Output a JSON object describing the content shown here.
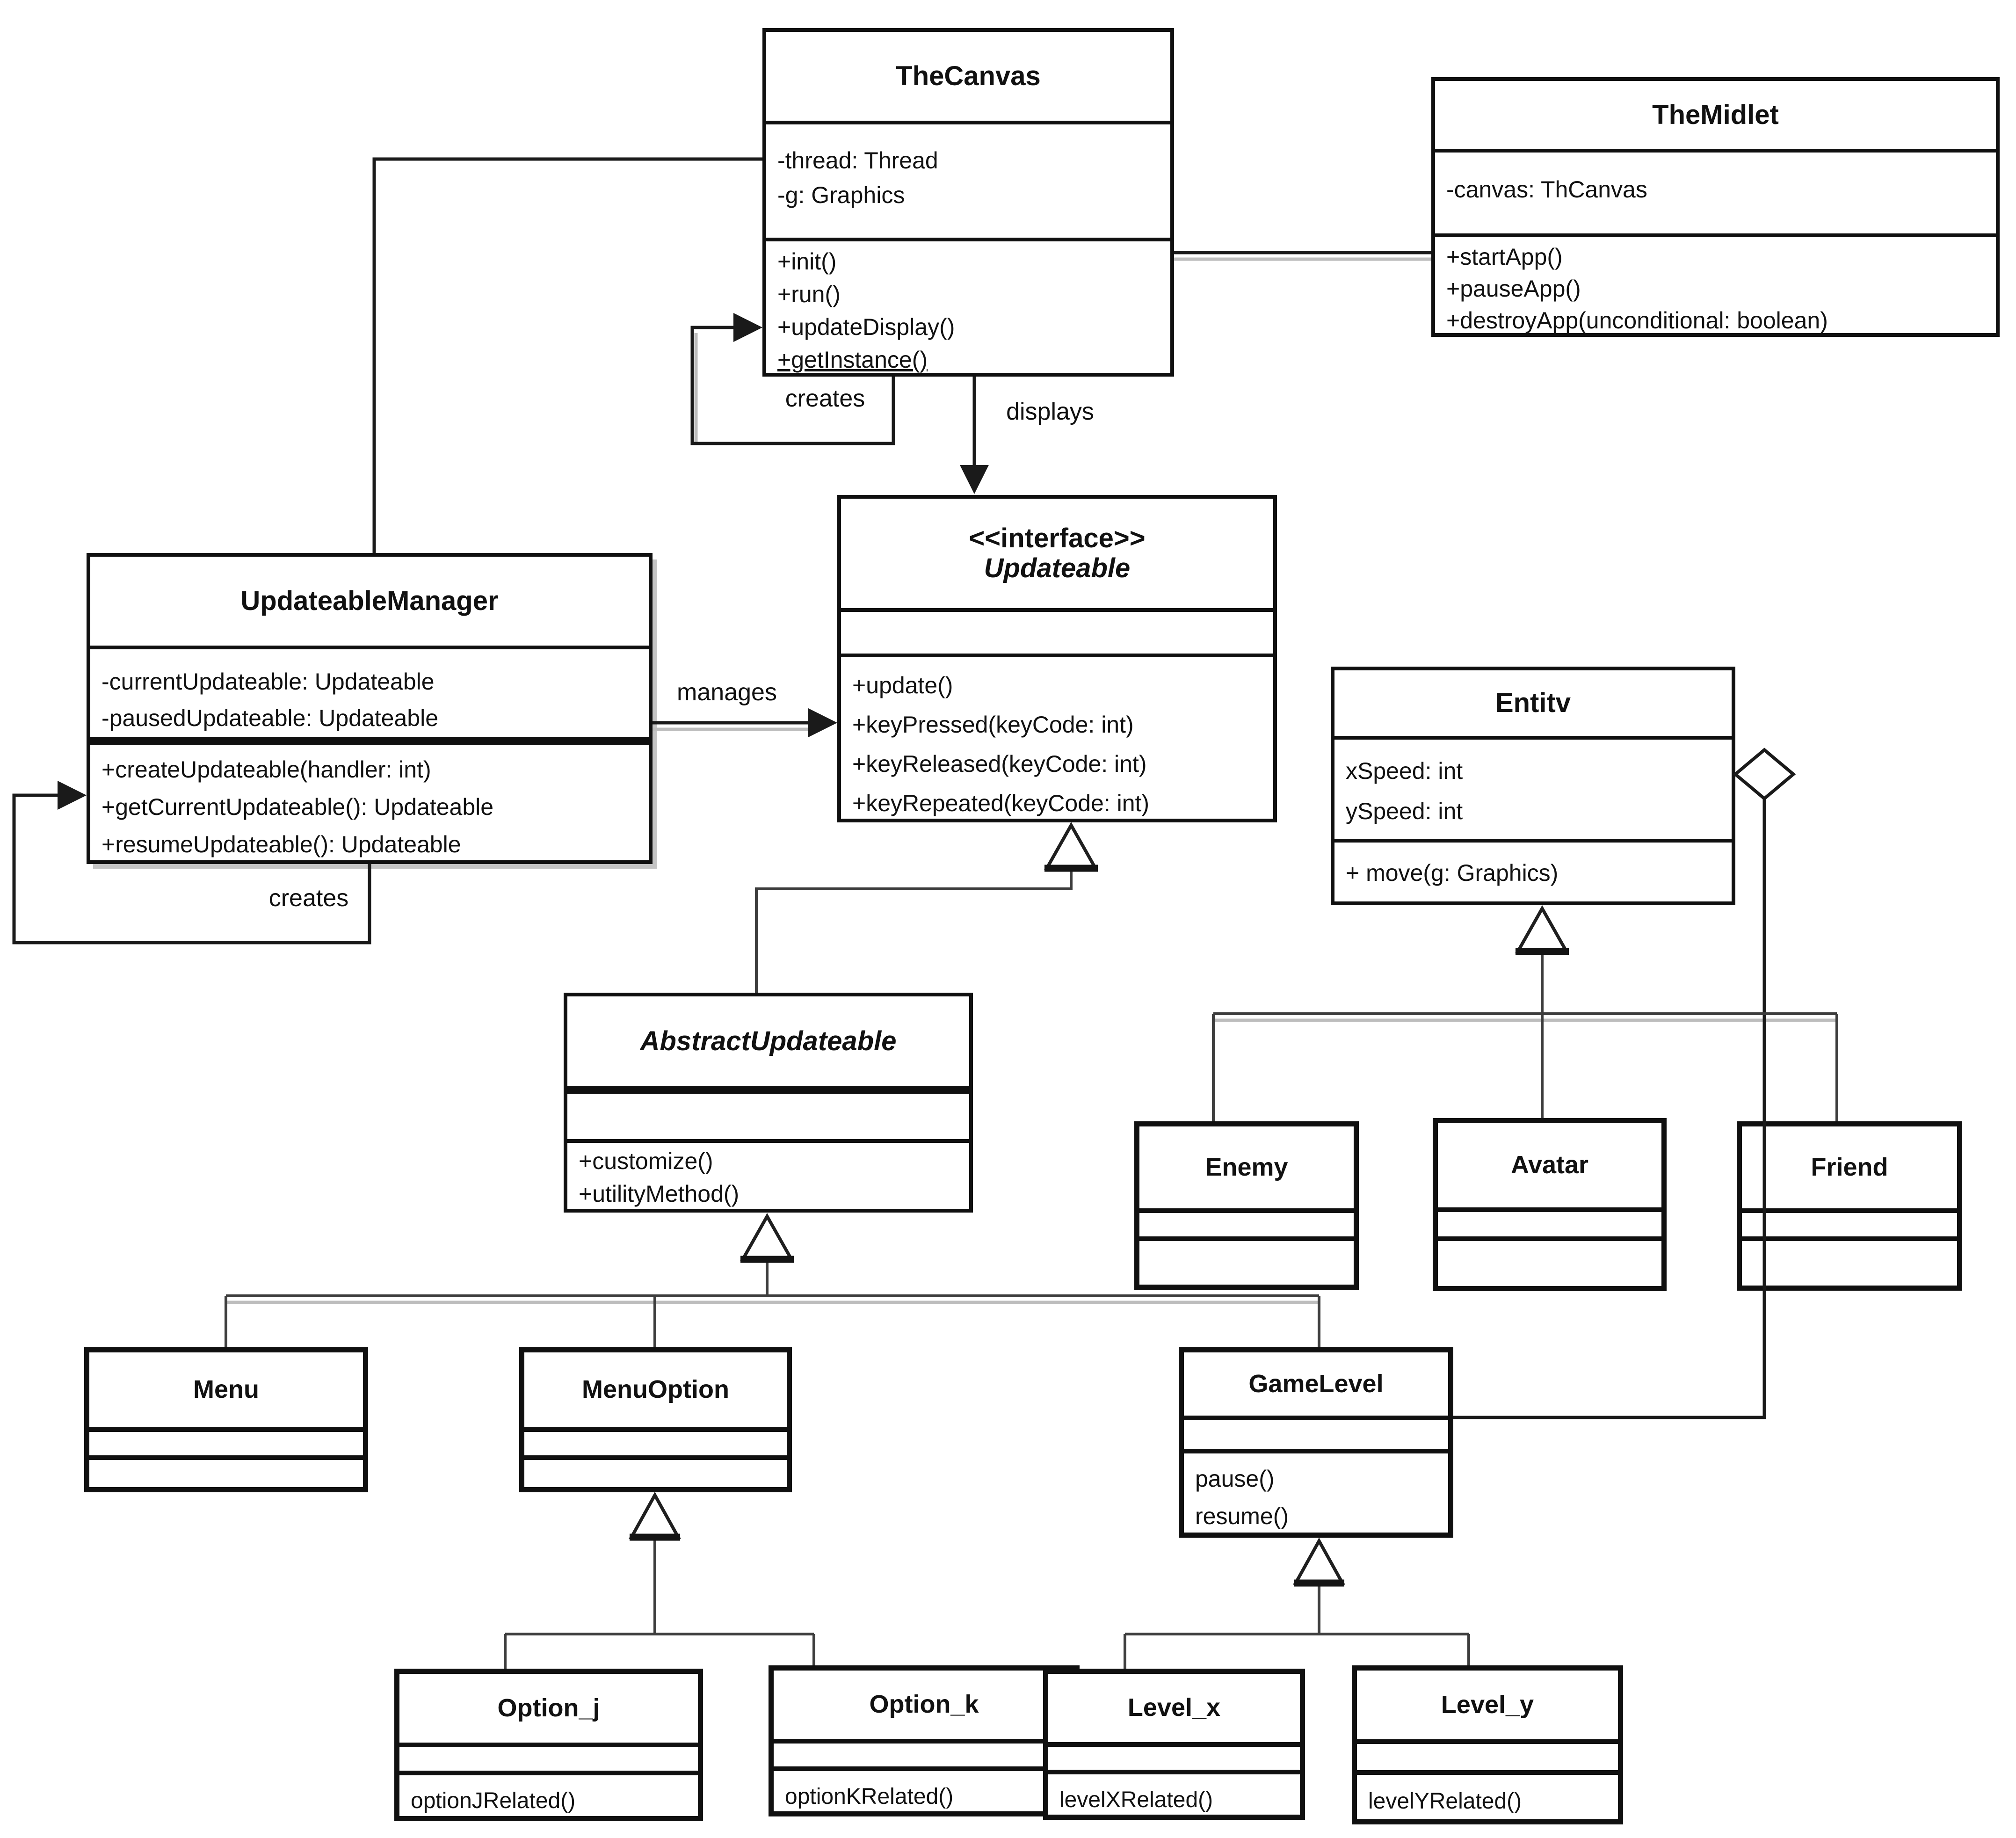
{
  "diagram": {
    "kind": "uml-class-diagram",
    "colors": {
      "line": "#1a1a1a",
      "background": "#ffffff",
      "shadow": "#bdbdbd",
      "box_fill": "#ffffff"
    },
    "classes": [
      {
        "id": "theCanvas",
        "name": "TheCanvas",
        "stereotype": "",
        "title_italic": false,
        "attributes": [
          "-thread: Thread",
          "-g: Graphics"
        ],
        "methods": [
          "+init()",
          "+run()",
          "+updateDisplay()",
          "+getInstance()"
        ],
        "underlined_method_index": 3
      },
      {
        "id": "theMidlet",
        "name": "TheMidlet",
        "stereotype": "",
        "title_italic": false,
        "attributes": [
          "-canvas: ThCanvas"
        ],
        "methods": [
          "+startApp()",
          "+pauseApp()",
          "+destroyApp(unconditional: boolean)"
        ]
      },
      {
        "id": "updateableManager",
        "name": "UpdateableManager",
        "stereotype": "",
        "title_italic": false,
        "attributes": [
          "-currentUpdateable: Updateable",
          "-pausedUpdateable: Updateable"
        ],
        "methods": [
          "+createUpdateable(handler: int)",
          "+getCurrentUpdateable(): Updateable",
          "+resumeUpdateable(): Updateable"
        ]
      },
      {
        "id": "updateable",
        "name": "Updateable",
        "stereotype": "<<interface>>",
        "title_italic": true,
        "attributes": [],
        "methods": [
          "+update()",
          "+keyPressed(keyCode: int)",
          "+keyReleased(keyCode: int)",
          "+keyRepeated(keyCode: int)"
        ]
      },
      {
        "id": "entity",
        "name": "Entitv",
        "stereotype": "",
        "title_italic": false,
        "attributes": [
          "xSpeed: int",
          "ySpeed: int"
        ],
        "methods": [
          "+ move(g: Graphics)"
        ]
      },
      {
        "id": "abstractUpdateable",
        "name": "AbstractUpdateable",
        "stereotype": "",
        "title_italic": true,
        "attributes": [],
        "methods": [
          "+customize()",
          "+utilityMethod()"
        ]
      },
      {
        "id": "enemy",
        "name": "Enemy",
        "stereotype": "",
        "title_italic": false,
        "attributes": [],
        "methods": []
      },
      {
        "id": "avatar",
        "name": "Avatar",
        "stereotype": "",
        "title_italic": false,
        "attributes": [],
        "methods": []
      },
      {
        "id": "friend",
        "name": "Friend",
        "stereotype": "",
        "title_italic": false,
        "attributes": [],
        "methods": []
      },
      {
        "id": "menu",
        "name": "Menu",
        "stereotype": "",
        "title_italic": false,
        "attributes": [],
        "methods": []
      },
      {
        "id": "menuOption",
        "name": "MenuOption",
        "stereotype": "",
        "title_italic": false,
        "attributes": [],
        "methods": []
      },
      {
        "id": "gameLevel",
        "name": "GameLevel",
        "stereotype": "",
        "title_italic": false,
        "attributes": [],
        "methods": [
          "pause()",
          "resume()"
        ]
      },
      {
        "id": "option_j",
        "name": "Option_j",
        "stereotype": "",
        "title_italic": false,
        "attributes": [],
        "methods": [
          "optionJRelated()"
        ]
      },
      {
        "id": "option_k",
        "name": "Option_k",
        "stereotype": "",
        "title_italic": false,
        "attributes": [],
        "methods": [
          "optionKRelated()"
        ]
      },
      {
        "id": "level_x",
        "name": "Level_x",
        "stereotype": "",
        "title_italic": false,
        "attributes": [],
        "methods": [
          "levelXRelated()"
        ]
      },
      {
        "id": "level_y",
        "name": "Level_y",
        "stereotype": "",
        "title_italic": false,
        "attributes": [],
        "methods": [
          "levelYRelated()"
        ]
      }
    ],
    "edge_labels": {
      "canvas_creates": "creates",
      "canvas_displays": "displays",
      "manager_manages": "manages",
      "manager_creates": "creates"
    },
    "relationships": [
      {
        "from": "TheCanvas",
        "to": "TheMidlet",
        "type": "association",
        "label": ""
      },
      {
        "from": "TheCanvas",
        "to": "UpdateableManager",
        "type": "association",
        "label": ""
      },
      {
        "from": "TheCanvas",
        "to": "TheCanvas",
        "type": "directed-association",
        "label": "creates"
      },
      {
        "from": "TheCanvas",
        "to": "Updateable",
        "type": "directed-association",
        "label": "displays"
      },
      {
        "from": "UpdateableManager",
        "to": "Updateable",
        "type": "directed-association",
        "label": "manages"
      },
      {
        "from": "UpdateableManager",
        "to": "UpdateableManager",
        "type": "directed-association",
        "label": "creates"
      },
      {
        "from": "AbstractUpdateable",
        "to": "Updateable",
        "type": "generalization",
        "label": ""
      },
      {
        "from": "Menu",
        "to": "AbstractUpdateable",
        "type": "generalization",
        "label": ""
      },
      {
        "from": "MenuOption",
        "to": "AbstractUpdateable",
        "type": "generalization",
        "label": ""
      },
      {
        "from": "GameLevel",
        "to": "AbstractUpdateable",
        "type": "generalization",
        "label": ""
      },
      {
        "from": "Enemy",
        "to": "Entitv",
        "type": "generalization",
        "label": ""
      },
      {
        "from": "Avatar",
        "to": "Entitv",
        "type": "generalization",
        "label": ""
      },
      {
        "from": "Friend",
        "to": "Entitv",
        "type": "generalization",
        "label": ""
      },
      {
        "from": "Option_j",
        "to": "MenuOption",
        "type": "generalization",
        "label": ""
      },
      {
        "from": "Option_k",
        "to": "MenuOption",
        "type": "generalization",
        "label": ""
      },
      {
        "from": "Level_x",
        "to": "GameLevel",
        "type": "generalization",
        "label": ""
      },
      {
        "from": "Level_y",
        "to": "GameLevel",
        "type": "generalization",
        "label": ""
      },
      {
        "from": "GameLevel",
        "to": "Entitv",
        "type": "aggregation",
        "label": ""
      }
    ]
  }
}
